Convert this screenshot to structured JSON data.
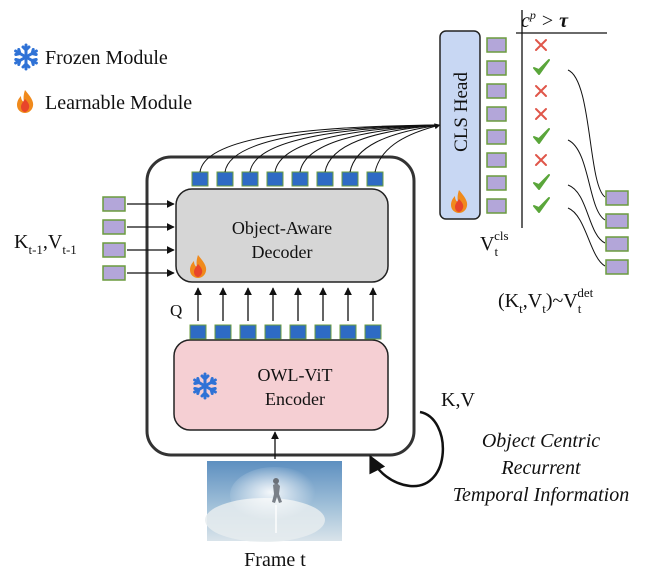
{
  "legend": {
    "frozen_label": "Frozen Module",
    "learnable_label": "Learnable Module",
    "frozen_icon": "snowflake-icon",
    "learnable_icon": "flame-icon"
  },
  "kv_prev": {
    "k_base": "K",
    "k_sub": "t-1",
    "comma": ",",
    "v_base": "V",
    "v_sub": "t-1"
  },
  "decoder": {
    "line1": "Object-Aware",
    "line2": "Decoder"
  },
  "encoder": {
    "line1": "OWL-ViT",
    "line2": "Encoder"
  },
  "query_label": "Q",
  "cls_head": {
    "label": "CLS Head"
  },
  "vcls": {
    "base": "V",
    "sub": "t",
    "sup": "cls"
  },
  "threshold": {
    "c": "c",
    "p": "p",
    "gt": ">",
    "tau": "τ"
  },
  "results": [
    "cross",
    "check",
    "cross",
    "cross",
    "check",
    "cross",
    "check",
    "check"
  ],
  "kv_out": {
    "open": "(K",
    "k_sub": "t",
    "comma": ",V",
    "v_sub": "t",
    "close": ")~V",
    "sub": "t",
    "sup": "det"
  },
  "kv_label": "K,V",
  "recurrent": {
    "line1": "Object Centric",
    "line2": "Recurrent",
    "line3": "Temporal Information"
  },
  "frame_label": "Frame t",
  "colors": {
    "token_blue": "#2e6bc4",
    "token_purple": "#b3a6d9",
    "token_border_green": "#6b9c3e",
    "decoder_fill": "#d6d6d6",
    "encoder_fill": "#f5cfd3",
    "cls_fill": "#c8d7f3",
    "cross_red": "#e0564a",
    "check_green": "#5aa63a",
    "snow_blue": "#2f72d6"
  }
}
